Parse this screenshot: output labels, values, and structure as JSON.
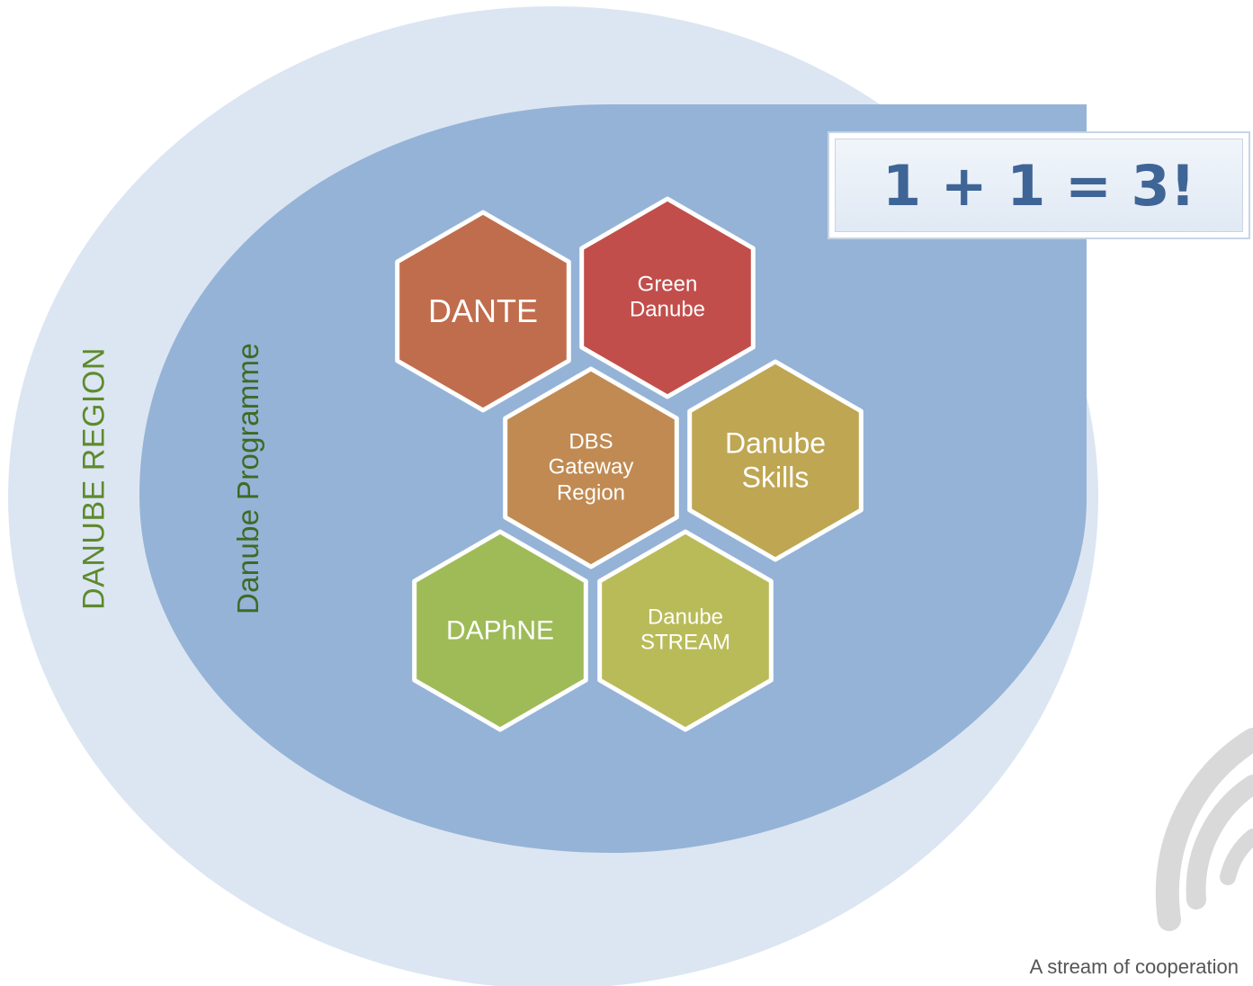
{
  "region": {
    "label": "DANUBE REGION"
  },
  "programme": {
    "label": "Danube Programme"
  },
  "equation": {
    "text": "1 + 1 = 3!"
  },
  "projects": [
    {
      "id": "dante",
      "lines": [
        "DANTE"
      ],
      "color": "#c06d4e"
    },
    {
      "id": "green-danube",
      "lines": [
        "Green",
        "Danube"
      ],
      "color": "#c14e4b"
    },
    {
      "id": "dbs-gateway-region",
      "lines": [
        "DBS",
        "Gateway",
        "Region"
      ],
      "color": "#c08a52"
    },
    {
      "id": "danube-skills",
      "lines": [
        "Danube",
        "Skills"
      ],
      "color": "#bea653"
    },
    {
      "id": "daphne",
      "lines": [
        "DAPhNE"
      ],
      "color": "#9ebb58"
    },
    {
      "id": "danube-stream",
      "lines": [
        "Danube",
        "STREAM"
      ],
      "color": "#b9bb58"
    }
  ],
  "tagline": "A stream of cooperation",
  "colors": {
    "outer_region": "#dce6f2",
    "inner_programme": "#95b3d7",
    "hex_border": "#ffffff",
    "logo": "#d9d9d9"
  },
  "logo": {
    "icon": "spiral-logo-icon"
  }
}
